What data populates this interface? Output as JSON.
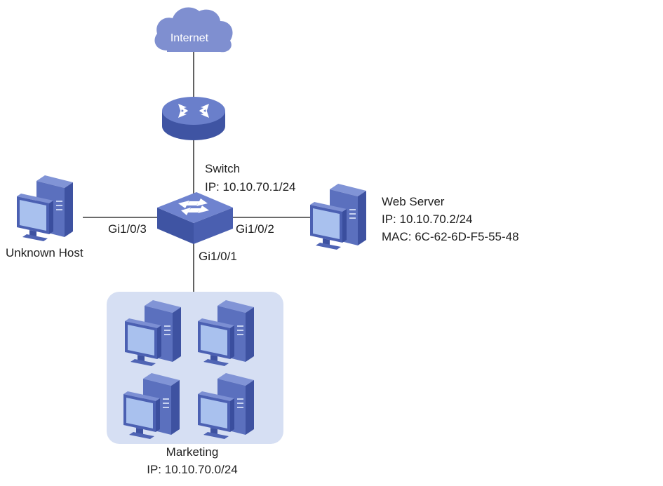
{
  "internet": {
    "label": "Internet"
  },
  "switch": {
    "name": "Switch",
    "ip": "IP: 10.10.70.1/24"
  },
  "web_server": {
    "name": "Web Server",
    "ip": "IP: 10.10.70.2/24",
    "mac": "MAC: 6C-62-6D-F5-55-48"
  },
  "unknown_host": {
    "name": "Unknown Host"
  },
  "ports": {
    "p1": "Gi1/0/1",
    "p2": "Gi1/0/2",
    "p3": "Gi1/0/3"
  },
  "marketing": {
    "name": "Marketing",
    "ip": "IP: 10.10.70.0/24"
  },
  "colors": {
    "device_blue": "#5a6fbd",
    "device_dark": "#3f54a3",
    "screen": "#a7c0ec",
    "group_bg": "#d6dff3",
    "cloud": "#7f8fd0"
  },
  "icons": [
    "cloud-icon",
    "router-icon",
    "switch-icon",
    "pc-icon",
    "server-icon"
  ]
}
